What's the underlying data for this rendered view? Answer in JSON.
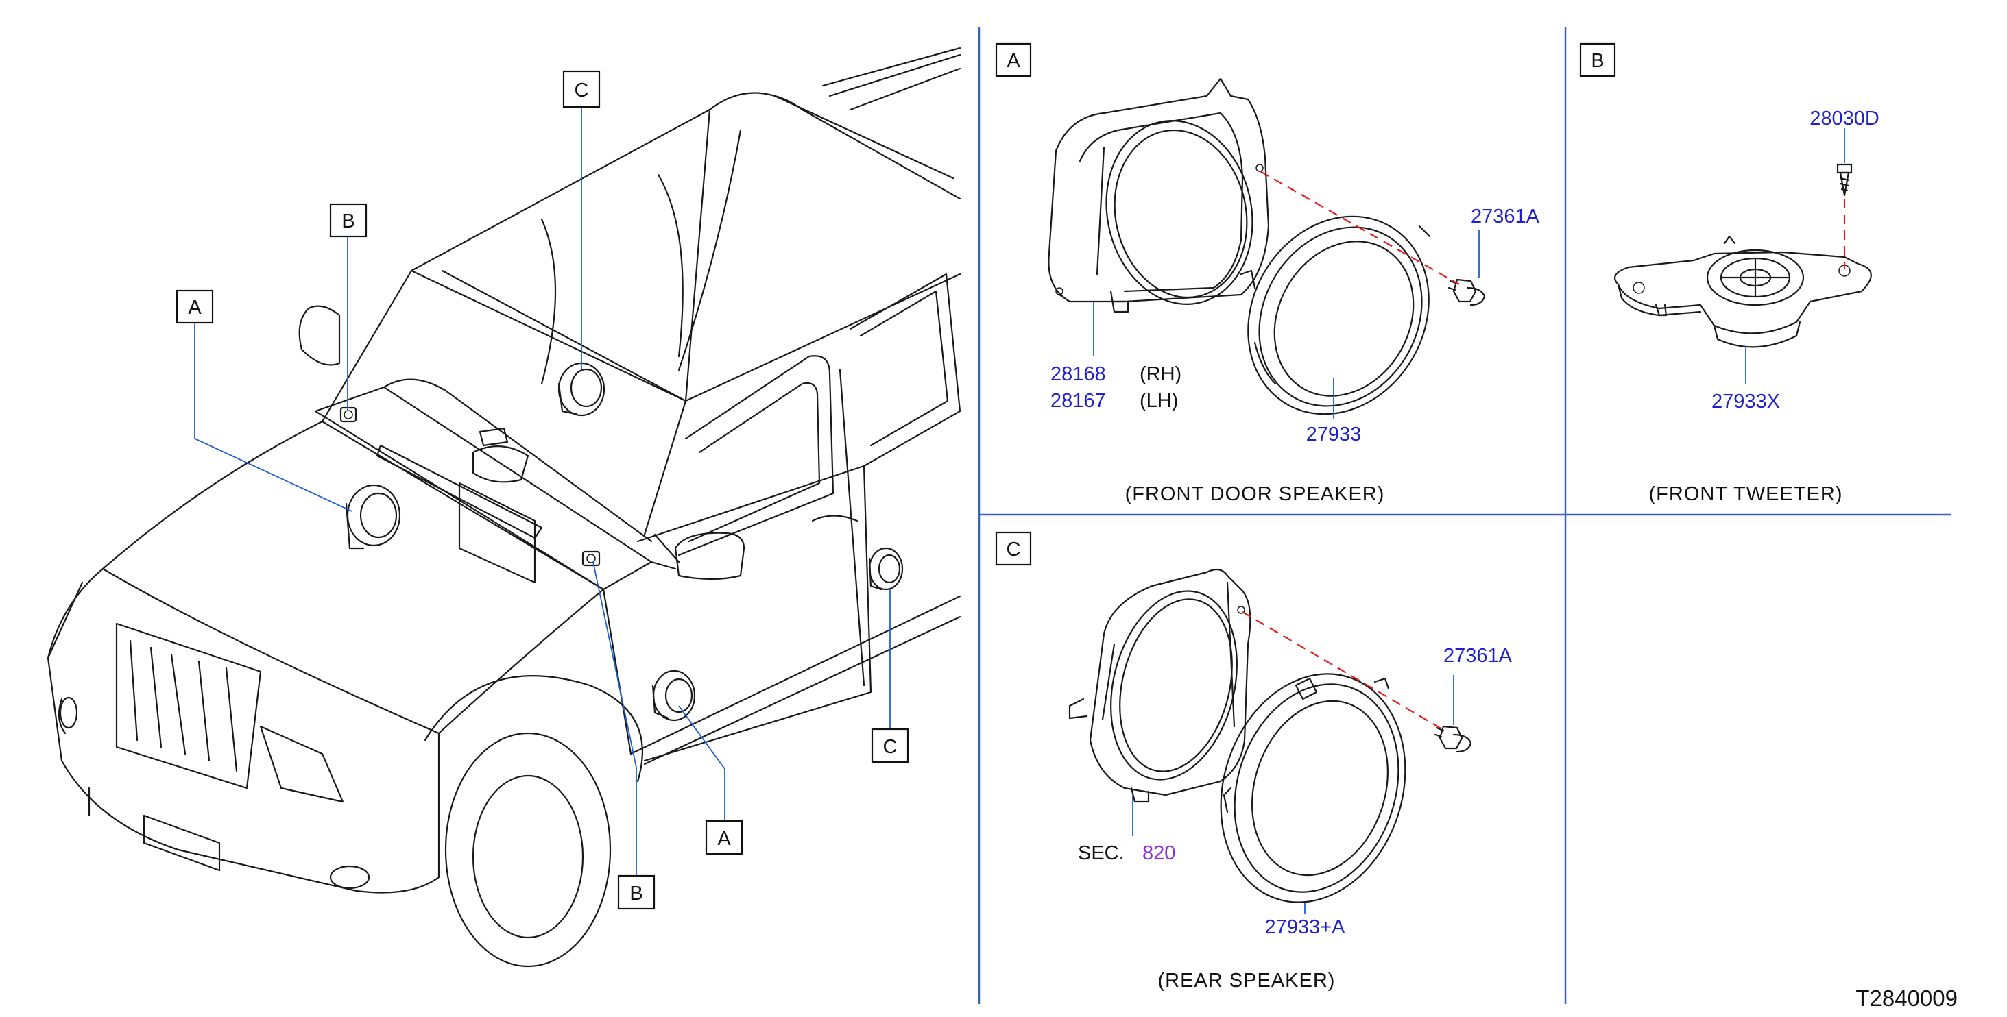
{
  "diagram_code": "T2840009",
  "callouts": {
    "overview_a_top": "A",
    "overview_a_bottom": "A",
    "overview_b_top": "B",
    "overview_b_bottom": "B",
    "overview_c_top": "C",
    "overview_c_bottom": "C"
  },
  "panel_a": {
    "tag": "A",
    "caption": "(FRONT   DOOR   SPEAKER)",
    "parts": {
      "bracket_rh": "28168",
      "bracket_rh_side": "(RH)",
      "bracket_lh": "28167",
      "bracket_lh_side": "(LH)",
      "speaker": "27933",
      "screw": "27361A"
    }
  },
  "panel_b": {
    "tag": "B",
    "caption": "(FRONT   TWEETER)",
    "parts": {
      "screw": "28030D",
      "tweeter": "27933X"
    }
  },
  "panel_c": {
    "tag": "C",
    "caption": "(REAR   SPEAKER)",
    "parts": {
      "bracket_sec": "SEC.",
      "bracket_sec_num": "820",
      "speaker": "27933+A",
      "screw": "27361A"
    }
  }
}
